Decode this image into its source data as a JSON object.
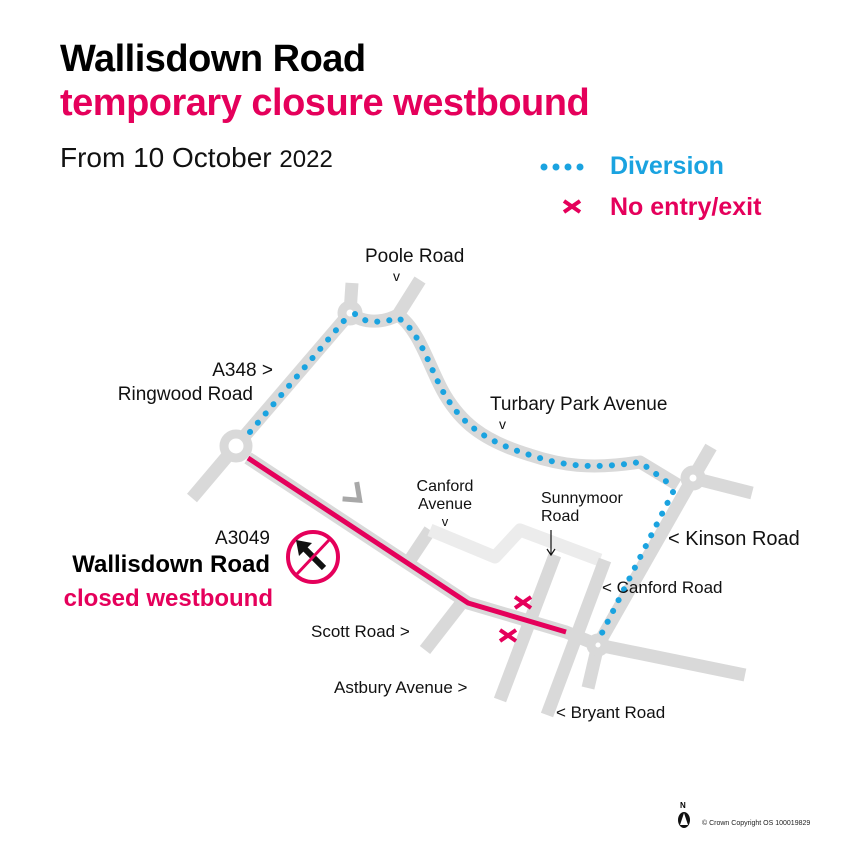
{
  "header": {
    "title": "Wallisdown Road",
    "subtitle": "temporary closure westbound",
    "date_prefix": "From 10 October",
    "date_year": "2022"
  },
  "legend": {
    "diversion_label": "Diversion",
    "no_entry_label": "No entry/exit",
    "diversion_icon": "dotted-line-icon",
    "no_entry_icon": "cross-icon"
  },
  "colors": {
    "closure": "#e5005b",
    "diversion": "#1aa3e0",
    "road": "#d9d9d9",
    "text": "#111111"
  },
  "roads": {
    "poole_road": "Poole Road",
    "poole_arrow": "v",
    "a348_line1": "A348 >",
    "a348_line2": "Ringwood Road",
    "turbary": "Turbary Park Avenue",
    "turbary_arrow": "v",
    "canford_avenue_1": "Canford",
    "canford_avenue_2": "Avenue",
    "canford_avenue_arrow": "v",
    "sunnymoor_1": "Sunnymoor",
    "sunnymoor_2": "Road",
    "kinson": "< Kinson Road",
    "canford_road": "< Canford Road",
    "scott": "Scott Road >",
    "astbury": "Astbury Avenue >",
    "bryant": "< Bryant Road"
  },
  "closure": {
    "road_number": "A3049",
    "road_name": "Wallisdown Road",
    "status": "closed westbound",
    "sign_icon": "no-left-turn-sign-icon"
  },
  "footer": {
    "north": "N",
    "copyright": "© Crown Copyright OS 100019829"
  }
}
